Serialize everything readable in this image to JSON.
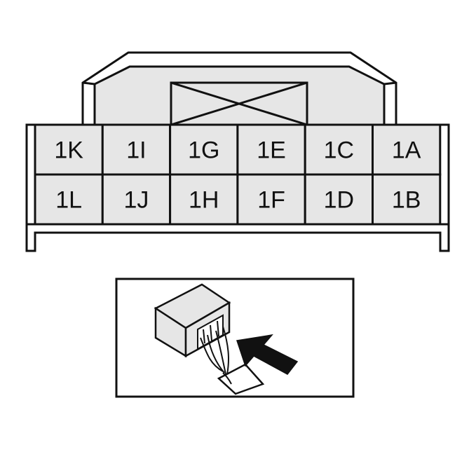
{
  "connector": {
    "top_row": [
      "1K",
      "1I",
      "1G",
      "1E",
      "1C",
      "1A"
    ],
    "bottom_row": [
      "1L",
      "1J",
      "1H",
      "1F",
      "1D",
      "1B"
    ]
  },
  "colors": {
    "line": "#111111",
    "cell_fill": "#e6e6e6",
    "arrow_fill": "#111111"
  },
  "icons": {
    "inset": "terminal-probe-insertion-icon",
    "arrow": "insertion-arrow-icon"
  }
}
